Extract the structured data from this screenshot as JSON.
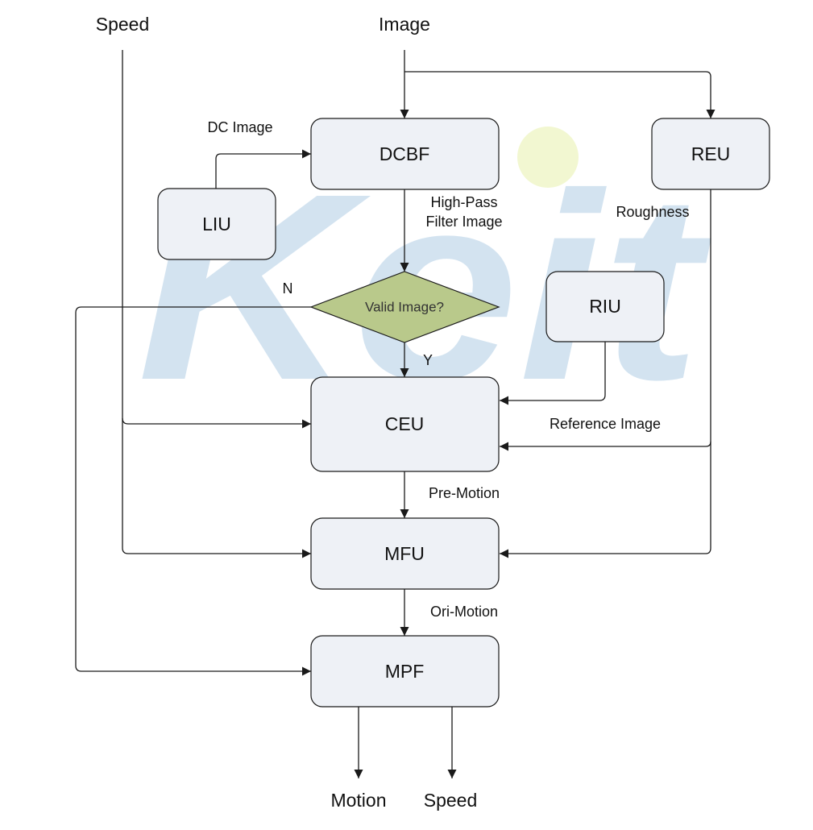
{
  "inputs": {
    "speed": "Speed",
    "image": "Image"
  },
  "outputs": {
    "motion": "Motion",
    "speed": "Speed"
  },
  "boxes": {
    "dcbf": "DCBF",
    "liu": "LIU",
    "reu": "REU",
    "riu": "RIU",
    "ceu": "CEU",
    "mfu": "MFU",
    "mpf": "MPF"
  },
  "decision": {
    "label": "Valid Image?",
    "no": "N",
    "yes": "Y"
  },
  "edge_labels": {
    "dc_image": "DC Image",
    "high_pass_1": "High-Pass",
    "high_pass_2": "Filter Image",
    "roughness": "Roughness",
    "reference_image": "Reference Image",
    "pre_motion": "Pre-Motion",
    "ori_motion": "Ori-Motion"
  },
  "watermark": {
    "text": "Keit",
    "color": "#9fc3e0"
  },
  "colors": {
    "box_fill": "#eef1f6",
    "diamond_fill": "#b9c98b",
    "stroke": "#1a1a1a"
  }
}
